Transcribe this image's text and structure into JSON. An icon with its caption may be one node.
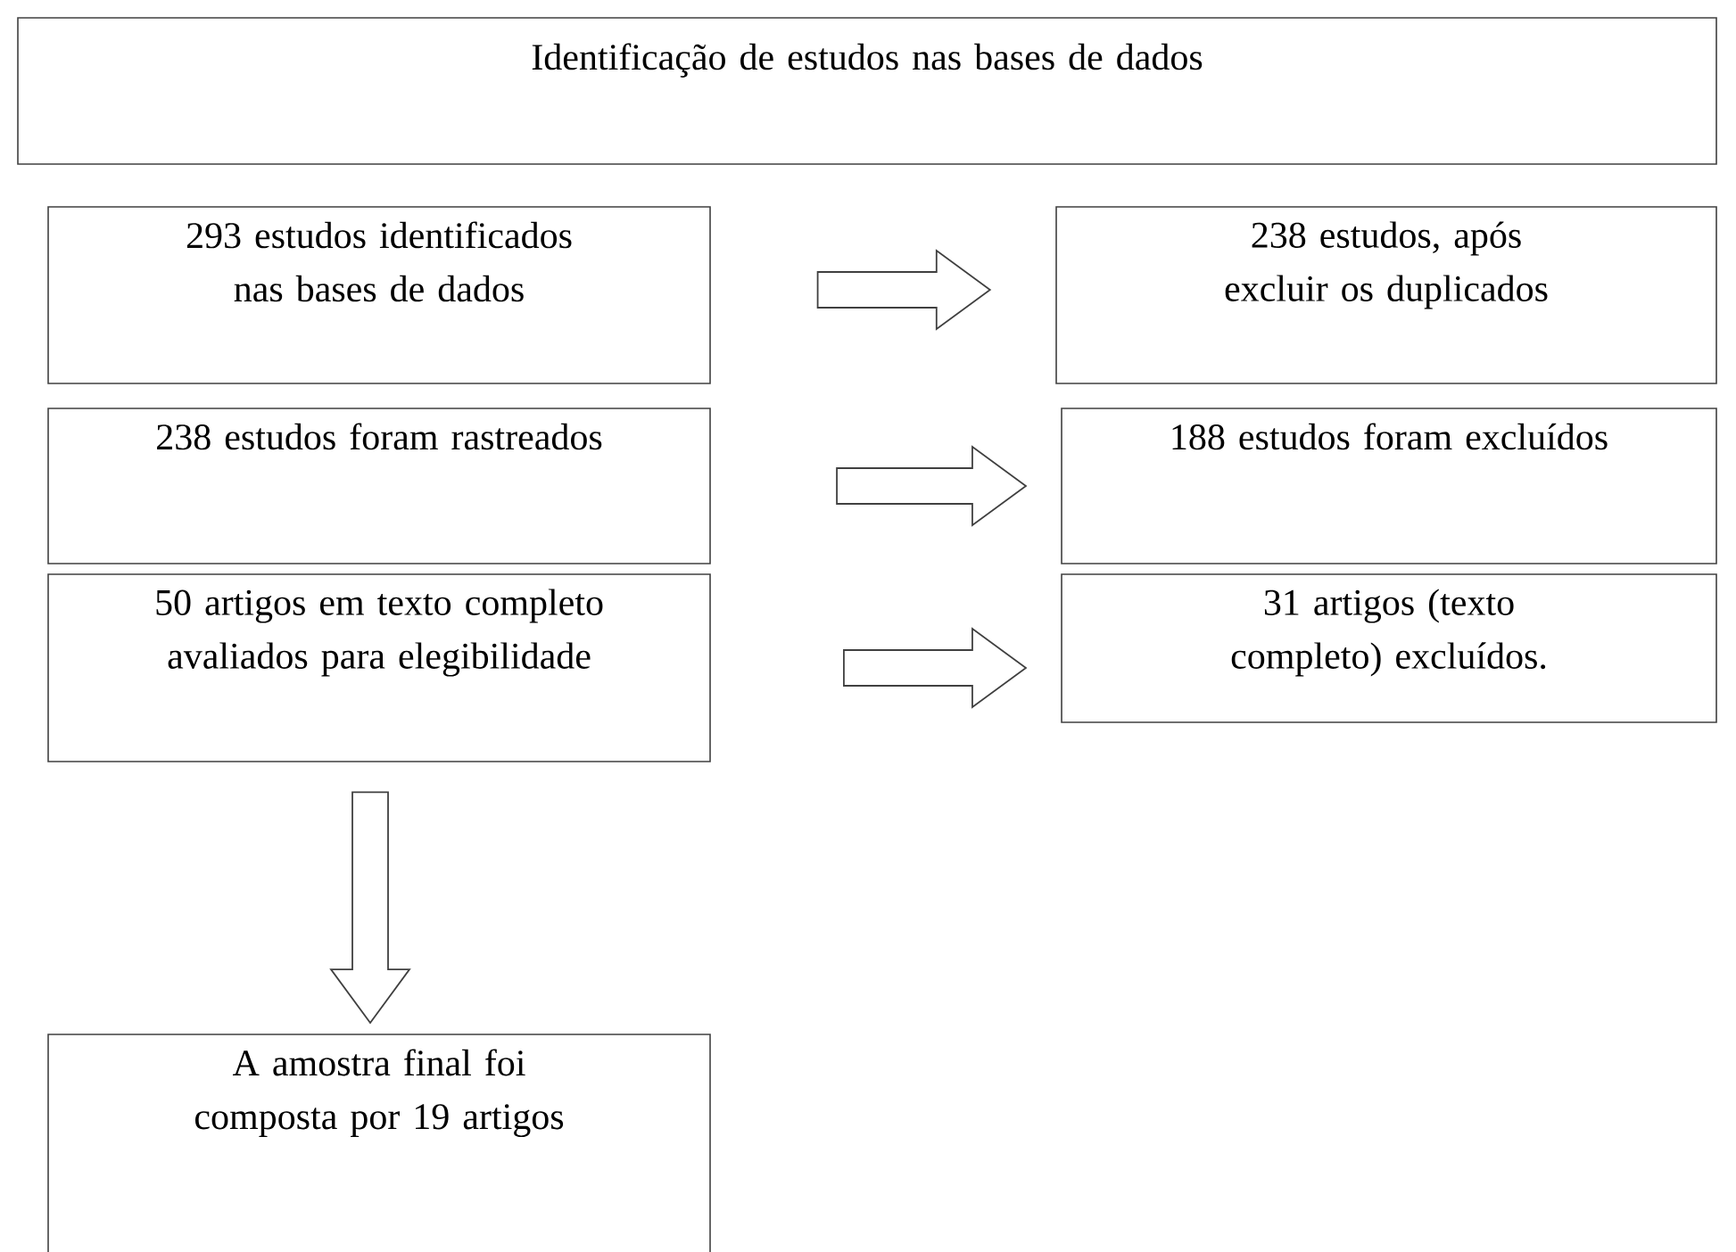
{
  "diagram": {
    "nodes": [
      {
        "text": [
          "Identificação de estudos nas bases de dados"
        ]
      },
      {
        "text": [
          "293 estudos identificados nas bases de dados"
        ]
      },
      {
        "text": [
          "238 estudos, após excluir os duplicados"
        ]
      },
      {
        "text": [
          "238 estudos foram rastreados"
        ]
      },
      {
        "text": [
          "188 estudos foram excluídos"
        ]
      },
      {
        "text": [
          "50 artigos em texto completo avaliados para elegibilidade"
        ]
      },
      {
        "text": [
          "31 artigos (texto completo) excluídos."
        ]
      },
      {
        "text": [
          "A amostra final foi composta por 19 artigos"
        ]
      }
    ],
    "edges": [
      {
        "from": 1,
        "to": 2,
        "arrow": "to"
      },
      {
        "from": 3,
        "to": 4,
        "arrow": "to"
      },
      {
        "from": 5,
        "to": 6,
        "arrow": "to"
      },
      {
        "from": 5,
        "to": 7,
        "arrow": "to"
      }
    ]
  }
}
